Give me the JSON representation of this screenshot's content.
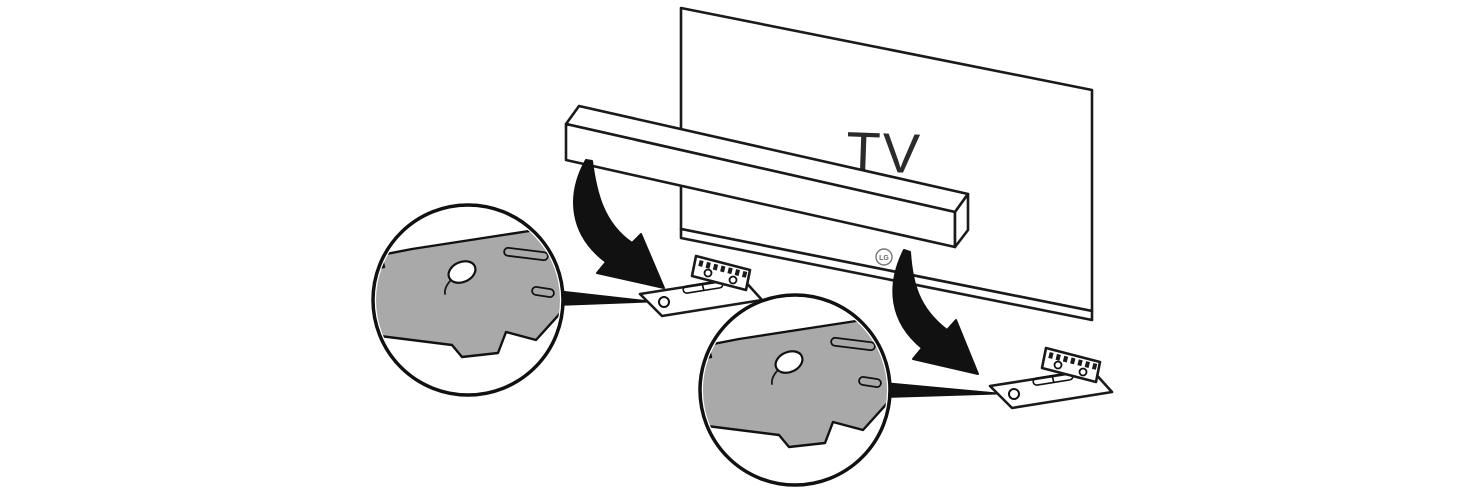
{
  "figure": {
    "type": "instructional-diagram",
    "description_parts": {
      "tv": "tv-panel",
      "soundbar": "soundbar-unit",
      "brackets": "wall-mount-bracket",
      "callouts": "magnified-bracket-detail"
    },
    "tv_label": "TV",
    "brand_badge": "LG",
    "colors": {
      "background": "#ffffff",
      "outline": "#1a1a1a",
      "arrow": "#111111",
      "bracket_plate": "#a9a9a9",
      "screw_head": "#ffffff"
    }
  }
}
